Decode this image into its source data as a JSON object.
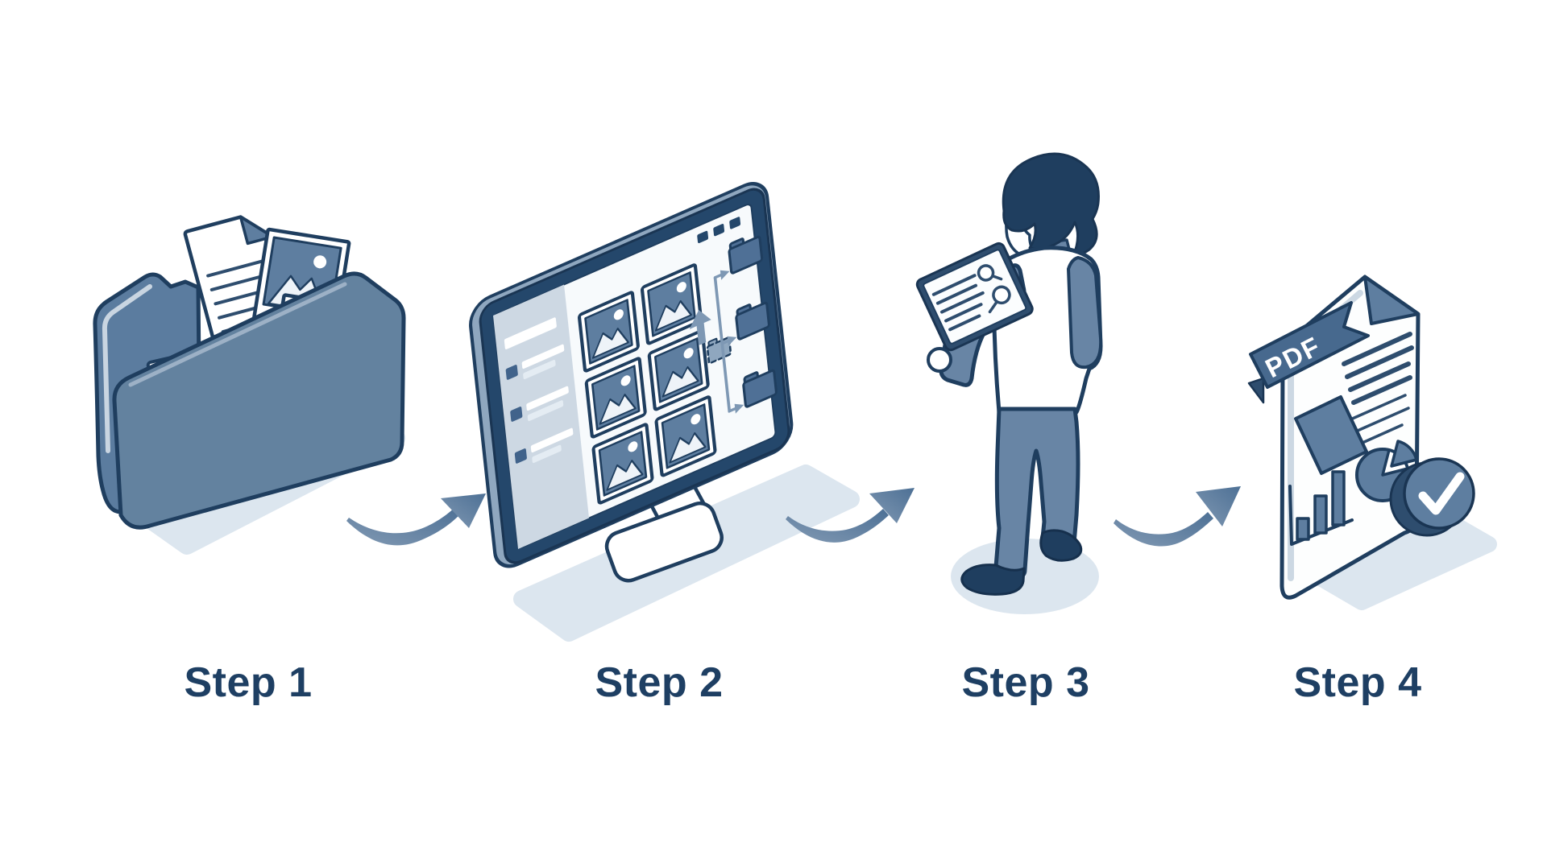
{
  "canvas": {
    "background": "#ffffff"
  },
  "palette": {
    "outline": "#1f3e5f",
    "deep_navy": "#2e4d6e",
    "bezel_navy": "#24476b",
    "mid_blue": "#5e7ea0",
    "flap_blue": "#63829f",
    "light_blue": "#8fa7bf",
    "panel_gray": "#cdd8e3",
    "paper_white": "#ffffff",
    "shadow_blue": "#dce6ef",
    "label_text": "#1e3f63"
  },
  "steps": [
    {
      "label": "Step 1",
      "icon": "folder-with-documents-and-photos-icon"
    },
    {
      "label": "Step 2",
      "icon": "monitor-organizing-images-into-folders-icon"
    },
    {
      "label": "Step 3",
      "icon": "person-reviewing-tablet-icon"
    },
    {
      "label": "Step 4",
      "icon": "pdf-report-with-checkmark-icon"
    }
  ],
  "pdf_badge": {
    "ribbon_label": "PDF"
  },
  "flow": {
    "arrow_count": 3,
    "direction": "left-to-right"
  }
}
